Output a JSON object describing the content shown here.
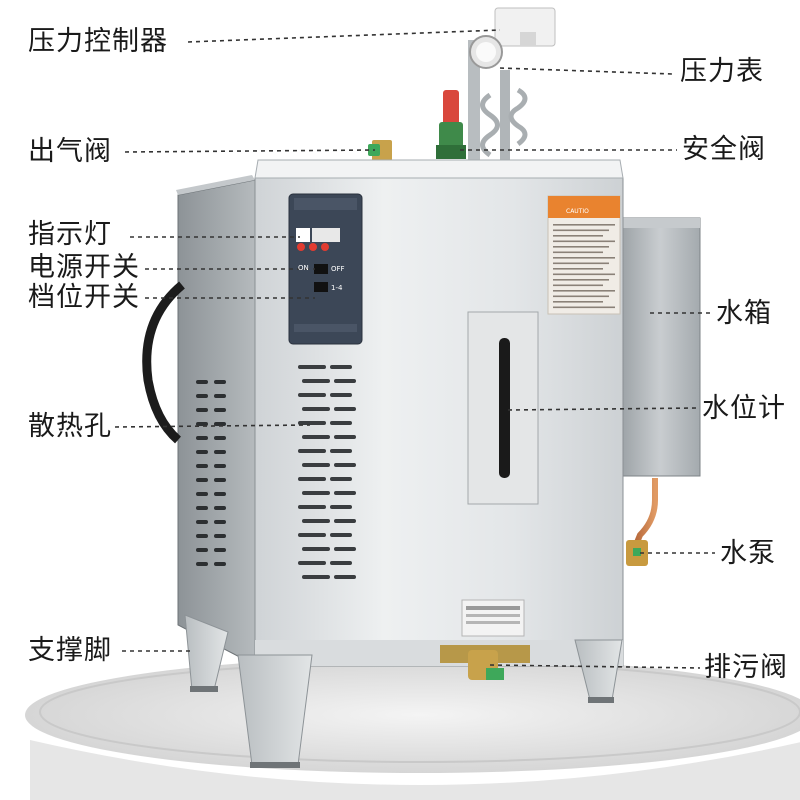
{
  "labels": {
    "pressure_controller": "压力控制器",
    "pressure_gauge": "压力表",
    "outlet_valve": "出气阀",
    "safety_valve": "安全阀",
    "indicator_light": "指示灯",
    "power_switch": "电源开关",
    "gear_switch": "档位开关",
    "water_tank": "水箱",
    "heat_vents": "散热孔",
    "water_level_gauge": "水位计",
    "water_pump": "水泵",
    "support_legs": "支撑脚",
    "drain_valve": "排污阀"
  },
  "panel": {
    "on": "ON",
    "off": "OFF",
    "gear_level": "1-4"
  },
  "warning_sticker": {
    "caution": "CAUTIO"
  },
  "colors": {
    "steel_light": "#e9ebec",
    "steel_dark": "#8f9599",
    "panel_blue": "#3c4757",
    "label_text": "#1a1a1a",
    "leader_line": "#333333",
    "warning_orange": "#e9832f"
  }
}
